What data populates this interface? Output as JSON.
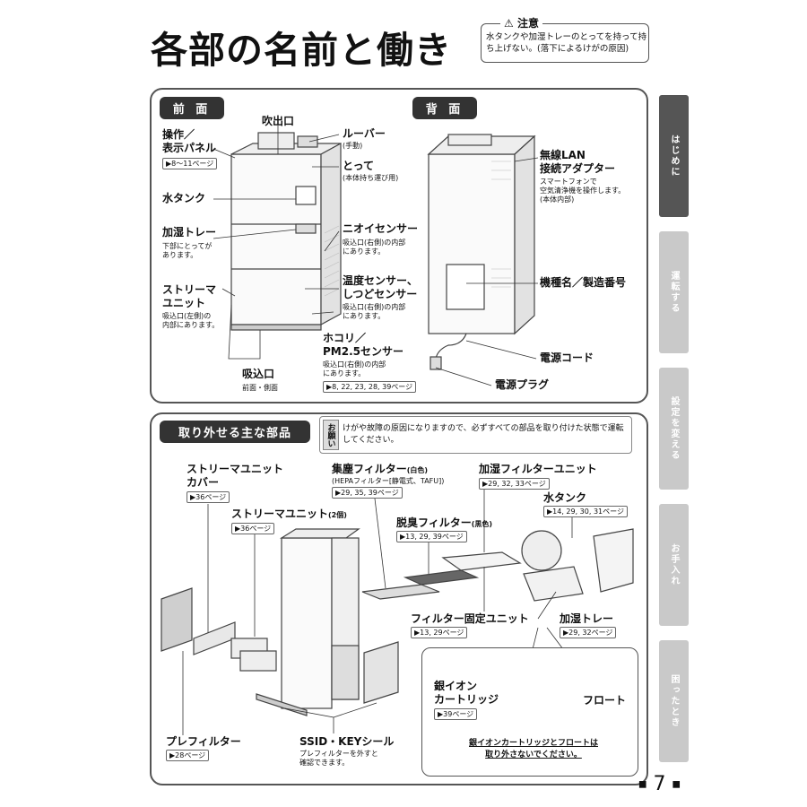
{
  "page": {
    "title": "各部の名前と働き",
    "page_number": "7"
  },
  "caution": {
    "heading": "注意",
    "text": "水タンクや加湿トレーのとってを持って持ち上げない。(落下によるけがの原因)"
  },
  "tabs": [
    {
      "label": "はじめに",
      "active": true
    },
    {
      "label": "運転する",
      "active": false
    },
    {
      "label": "設定を変える",
      "active": false
    },
    {
      "label": "お手入れ",
      "active": false
    },
    {
      "label": "困ったとき",
      "active": false
    }
  ],
  "front": {
    "heading": "前 面",
    "labels": {
      "outlet": "吹出口",
      "louver": "ルーバー",
      "louver_sub": "(手動)",
      "handle": "とって",
      "handle_sub": "(本体持ち運び用)",
      "control_panel_1": "操作／",
      "control_panel_2": "表示パネル",
      "control_panel_ref": "▶8～11ページ",
      "water_tank": "水タンク",
      "humid_tray": "加湿トレー",
      "humid_tray_sub_1": "下部にとってが",
      "humid_tray_sub_2": "あります。",
      "odor_sensor": "ニオイセンサー",
      "odor_sensor_sub_1": "吸込口(右側)の内部",
      "odor_sensor_sub_2": "にあります。",
      "streamer_unit_1": "ストリーマ",
      "streamer_unit_2": "ユニット",
      "streamer_sub_1": "吸込口(左側)の",
      "streamer_sub_2": "内部にあります。",
      "temp_sensor_1": "温度センサー、",
      "temp_sensor_2": "しつどセンサー",
      "temp_sensor_sub_1": "吸込口(右側)の内部",
      "temp_sensor_sub_2": "にあります。",
      "dust_sensor_1": "ホコリ／",
      "dust_sensor_2": "PM2.5センサー",
      "dust_sensor_sub_1": "吸込口(右側)の内部",
      "dust_sensor_sub_2": "にあります。",
      "dust_sensor_ref": "▶8, 22, 23, 28, 39ページ",
      "inlet": "吸込口",
      "inlet_sub": "前面・側面"
    }
  },
  "back": {
    "heading": "背 面",
    "labels": {
      "wlan_1": "無線LAN",
      "wlan_2": "接続アダプター",
      "wlan_sub_1": "スマートフォンで",
      "wlan_sub_2": "空気清浄機を操作します。",
      "wlan_sub_3": "(本体内部)",
      "model": "機種名／製造番号",
      "cord": "電源コード",
      "plug": "電源プラグ"
    }
  },
  "parts": {
    "heading": "取り外せる主な部品",
    "notice_tag": "お願い",
    "notice": "けがや故障の原因になりますので、必ずすべての部品を取り付けた状態で運転してください。",
    "labels": {
      "streamer_cover_1": "ストリーマユニット",
      "streamer_cover_2": "カバー",
      "streamer_cover_ref": "▶36ページ",
      "streamer_unit": "ストリーマユニット",
      "streamer_unit_count": "(2個)",
      "streamer_unit_ref": "▶36ページ",
      "hepa": "集塵フィルター",
      "hepa_color": "(白色)",
      "hepa_sub": "(HEPAフィルター[静電式、TAFU])",
      "hepa_ref": "▶29, 35, 39ページ",
      "deodor": "脱臭フィルター",
      "deodor_color": "(黒色)",
      "deodor_ref": "▶13, 29, 39ページ",
      "humid_filter_unit": "加湿フィルターユニット",
      "humid_filter_ref": "▶29, 32, 33ページ",
      "water_tank": "水タンク",
      "water_tank_ref": "▶14, 29, 30, 31ページ",
      "filter_fixing": "フィルター固定ユニット",
      "filter_fixing_ref": "▶13, 29ページ",
      "humid_tray": "加湿トレー",
      "humid_tray_ref": "▶29, 32ページ",
      "silver_1": "銀イオン",
      "silver_2": "カートリッジ",
      "silver_ref": "▶39ページ",
      "float": "フロート",
      "inset_note_1": "銀イオンカートリッジとフロートは",
      "inset_note_2": "取り外さないでください。",
      "prefilter": "プレフィルター",
      "prefilter_ref": "▶28ページ",
      "ssid": "SSID・KEYシール",
      "ssid_sub_1": "プレフィルターを外すと",
      "ssid_sub_2": "確認できます。"
    }
  }
}
